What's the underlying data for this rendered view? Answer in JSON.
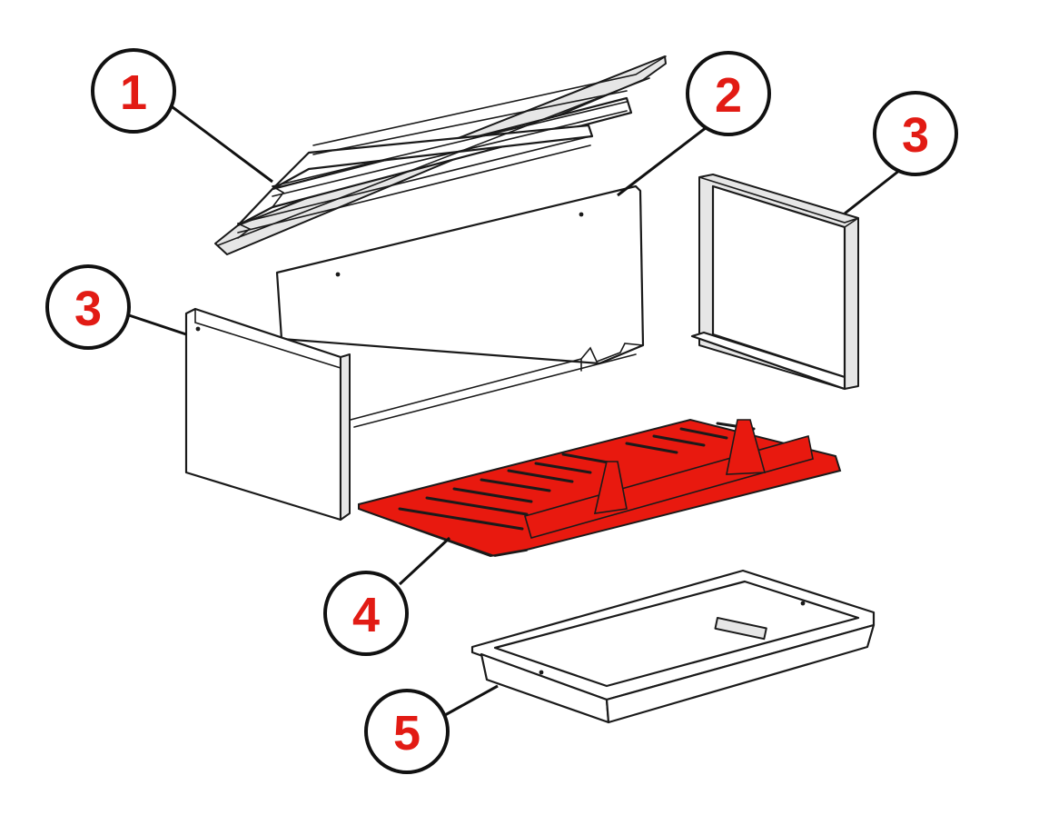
{
  "diagram": {
    "type": "exploded-parts-view",
    "highlight_color": "#e8190f",
    "callout_text_color": "#e21b14",
    "callouts": [
      {
        "id": "c1",
        "label": "1",
        "part": "top-baffle"
      },
      {
        "id": "c2",
        "label": "2",
        "part": "back-panel"
      },
      {
        "id": "c3a",
        "label": "3",
        "part": "side-panel-left"
      },
      {
        "id": "c3b",
        "label": "3",
        "part": "side-panel-right"
      },
      {
        "id": "c4",
        "label": "4",
        "part": "grate"
      },
      {
        "id": "c5",
        "label": "5",
        "part": "ash-pan"
      }
    ]
  }
}
